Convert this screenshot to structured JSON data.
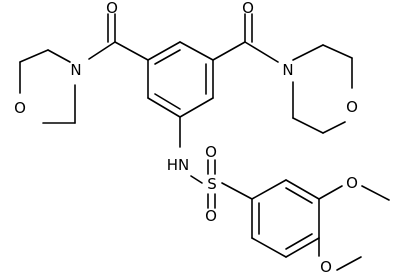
{
  "molecule": {
    "atom_labels": {
      "o_carbonyl_left": "O",
      "o_carbonyl_right": "O",
      "n_morpholine_left": "N",
      "o_morpholine_left": "O",
      "n_morpholine_right": "N",
      "o_morpholine_right": "O",
      "nh": "HN",
      "s": "S",
      "o_sulfonyl_top": "O",
      "o_sulfonyl_bottom": "O",
      "o_methoxy_upper": "O",
      "o_methoxy_lower": "O"
    }
  }
}
